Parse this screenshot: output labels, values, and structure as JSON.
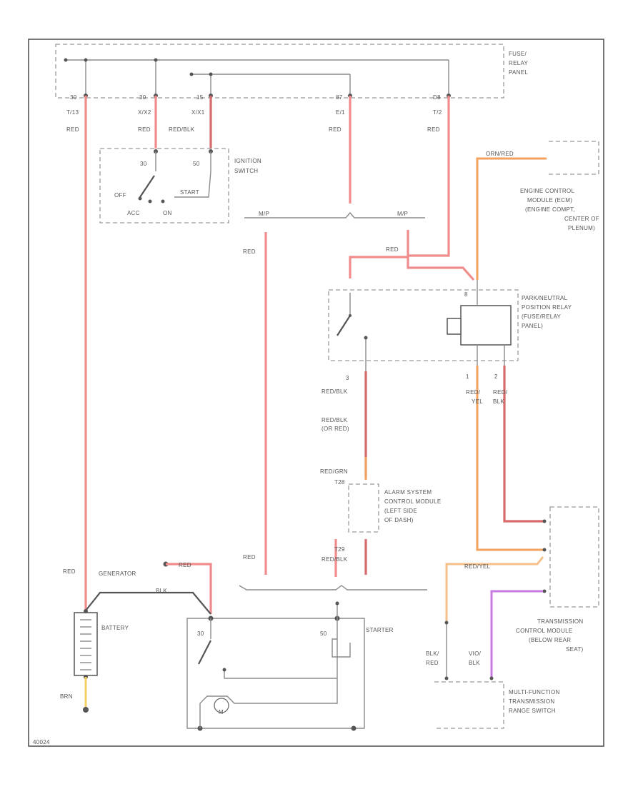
{
  "labels": {
    "fuse_relay_panel": [
      "FUSE/",
      "RELAY",
      "PANEL"
    ],
    "fuse_30_top": "30",
    "fuse_30_term": "T/13",
    "fuse_x_top": "30",
    "fuse_x_term": "X/X2",
    "fuse_15_top": "15",
    "fuse_15_term": "X/X1",
    "fuse_87_top": "87",
    "fuse_87_term": "E/1",
    "fuse_d8_top": "D8",
    "fuse_d8_term": "T/2",
    "wire_red_1": "RED",
    "wire_red_2": "RED",
    "wire_redblk_1": "RED/BLK",
    "wire_red_3": "RED",
    "wire_red_4": "RED",
    "ignition_switch": [
      "IGNITION",
      "SWITCH"
    ],
    "ign_30": "30",
    "ign_50": "50",
    "ign_off": "OFF",
    "ign_start": "START",
    "ign_acc": "ACC",
    "ign_on": "ON",
    "ecm_wire": "ORN/RED",
    "ecm_label": [
      "ENGINE CONTROL",
      "MODULE (ECM)",
      "(ENGINE COMPT,",
      "CENTER OF",
      "PLENUM)"
    ],
    "mp_left": "M/P",
    "mp_right": "M/P",
    "wire_red_5": "RED",
    "wire_red_6": "RED",
    "pnp_label": [
      "PARK/NEUTRAL",
      "POSITION RELAY",
      "(FUSE/RELAY",
      "PANEL)"
    ],
    "pnp_pin_8": "8",
    "pnp_pin_1": "1",
    "pnp_pin_2": "2",
    "pnp_wire_left": [
      "RED/",
      "YEL"
    ],
    "pnp_wire_right": [
      "RED/",
      "BLK"
    ],
    "alarm_pin_3": "3",
    "wire_redblk_2": "RED/BLK",
    "wire_redblk_3": [
      "RED/BLK",
      "(OR RED)"
    ],
    "wire_redgrn": "RED/GRN",
    "alarm_t28": "T28",
    "alarm_label": [
      "ALARM SYSTEM",
      "CONTROL MODULE",
      "(LEFT SIDE",
      "OF DASH)"
    ],
    "alarm_t29": "T29",
    "wire_redblk_4": "RED/BLK",
    "wire_red_7": "RED",
    "wire_red_8": "RED",
    "generator": "GENERATOR",
    "gen_red": "RED",
    "gen_blk": "BLK",
    "battery": "BATTERY",
    "brn": "BRN",
    "starter": "STARTER",
    "st_30": "30",
    "st_50": "50",
    "st_m": "M",
    "tcm_wire": "RED/YEL",
    "tcm_label": [
      "TRANSMISSION",
      "CONTROL MODULE",
      "(BELOW REAR",
      "SEAT)"
    ],
    "mfs_wire_left": [
      "BLK/",
      "RED"
    ],
    "mfs_wire_right": [
      "VIO/",
      "BLK"
    ],
    "mfs_label": [
      "MULTI-FUNCTION",
      "TRANSMISSION",
      "RANGE SWITCH"
    ],
    "footer_code": "40024"
  }
}
